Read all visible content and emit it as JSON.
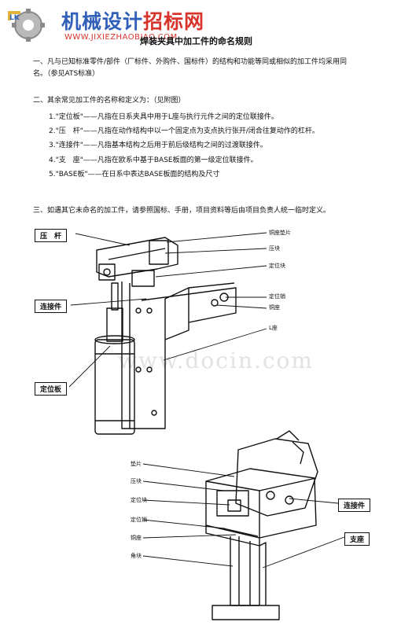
{
  "logo": {
    "text_a": "机械设计",
    "text_b": "招标网",
    "url": "WWW.JIXIEZHAOBIAO.COM",
    "icon": "gear-wrench-icon",
    "colors": {
      "blue": "#2f5fb8",
      "red": "#d8342c"
    }
  },
  "doc": {
    "title": "焊装夹具中加工件的命名规则",
    "sec1_line1": "一、凡与已知标准零件/部件（厂标件、外购件、国标件）的结构和功能等同或相似的加工件均采用同",
    "sec1_line2": "名。（参见ATS标准）",
    "sec2_head": "二、其余常见加工件的名称和定义为：（见附图）",
    "items": [
      "1.\"定位板\"——凡指在日系夹具中用于L座与执行元件之间的定位联接件。",
      "2.\"压　杆\"——凡指在动作结构中以一个固定点为支点执行张开/闭合往复动作的杠杆。",
      "3.\"连接件\"——凡指基本结构之后用于前后级结构之间的过渡联接件。",
      "4.\"支　座\"——凡指在欧系中基于BASE板面的第一级定位联接件。",
      "5.\"BASE板\"——在日系中表达BASE板面的结构及尺寸"
    ],
    "sec3": "三、如遇其它未命名的加工件，请参照国标、手册，项目资料等后由项目负责人统一临时定义。",
    "watermark": "www.docin.com"
  },
  "figure1": {
    "box_labels": [
      "压　杆",
      "连接件",
      "定位板"
    ],
    "side_labels": [
      "铜座垫片",
      "压块",
      "定位块",
      "定位销",
      "铜座",
      "L座"
    ]
  },
  "figure2": {
    "left_labels": [
      "垫片",
      "压块",
      "定位块",
      "定位销",
      "铜座",
      "角块"
    ],
    "box_labels": [
      "连接件",
      "支座"
    ]
  }
}
